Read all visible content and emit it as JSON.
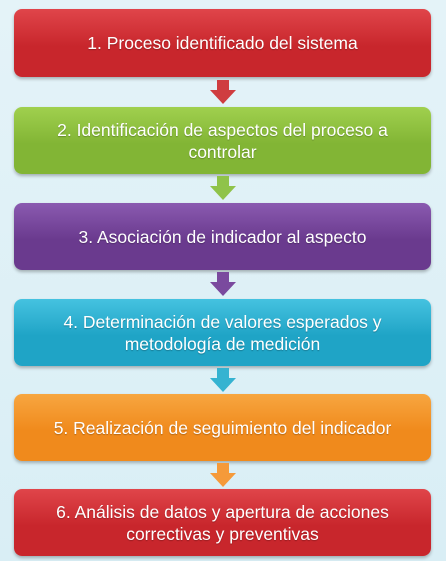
{
  "steps": [
    {
      "text": "1. Proceso identificado del sistema",
      "color": "#c8262c",
      "color_light": "#e0454a"
    },
    {
      "text": "2. Identificación de aspectos del proceso a controlar",
      "color": "#82b535",
      "color_light": "#a0d04e"
    },
    {
      "text": "3. Asociación de indicador al aspecto",
      "color": "#6a3a8e",
      "color_light": "#8a5ab0"
    },
    {
      "text": "4. Determinación de valores esperados  y metodología de medición",
      "color": "#1fa4c6",
      "color_light": "#45c2e0"
    },
    {
      "text": "5. Realización  de seguimiento del indicador",
      "color": "#f08a1c",
      "color_light": "#f7a640"
    },
    {
      "text": "6. Análisis de datos y apertura de acciones correctivas y preventivas",
      "color": "#c8262c",
      "color_light": "#e0454a"
    }
  ],
  "arrows": [
    {
      "color": "#cf3d40",
      "icon": "arrow-down-icon"
    },
    {
      "color": "#8fc34a",
      "icon": "arrow-down-icon"
    },
    {
      "color": "#7a4a9e",
      "icon": "arrow-down-icon"
    },
    {
      "color": "#35b3d1",
      "icon": "arrow-down-icon"
    },
    {
      "color": "#f59a3a",
      "icon": "arrow-down-icon"
    }
  ]
}
